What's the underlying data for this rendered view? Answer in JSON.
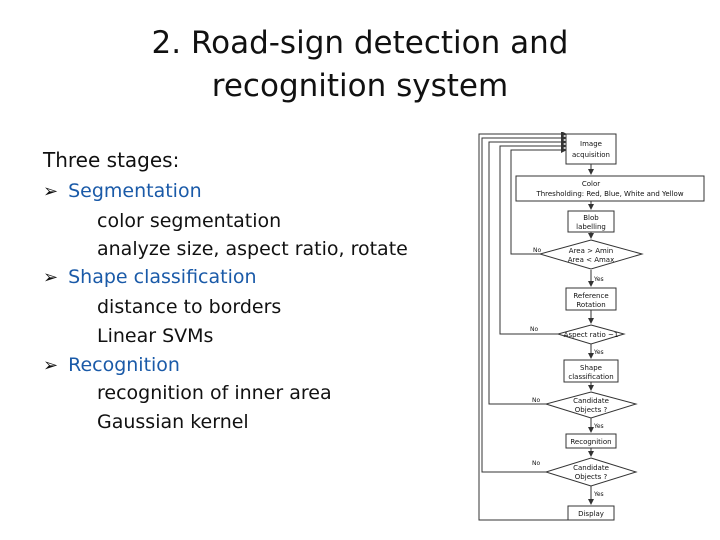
{
  "title": {
    "line1": "2. Road-sign detection and",
    "line2": "recognition system"
  },
  "intro": "Three stages:",
  "stages": [
    {
      "name": "Segmentation",
      "details": [
        "color segmentation",
        "analyze size, aspect ratio, rotate"
      ]
    },
    {
      "name": "Shape classification",
      "details": [
        "distance to borders",
        "Linear SVMs"
      ]
    },
    {
      "name": "Recognition",
      "details": [
        "recognition of inner area",
        "Gaussian kernel"
      ]
    }
  ],
  "flowchart": {
    "image_acquisition": [
      "Image",
      "acquisition"
    ],
    "thresholding": [
      "Color",
      "Thresholding: Red, Blue, White and Yellow"
    ],
    "blob_labelling": [
      "Blob",
      "labelling"
    ],
    "area_check": [
      "Area > Amin",
      "Area < Amax"
    ],
    "reference_rotation": [
      "Reference",
      "Rotation"
    ],
    "aspect_ratio_check": "Aspect ratio ~1",
    "shape_classification": [
      "Shape",
      "classification"
    ],
    "candidate_objects_1": [
      "Candidate",
      "Objects ?"
    ],
    "recognition": "Recognition",
    "candidate_objects_2": [
      "Candidate",
      "Objects ?"
    ],
    "display": "Display",
    "no_label": "No",
    "yes_label": "Yes"
  },
  "colors": {
    "stage_heading": "#1a5aa8",
    "text": "#111111"
  }
}
